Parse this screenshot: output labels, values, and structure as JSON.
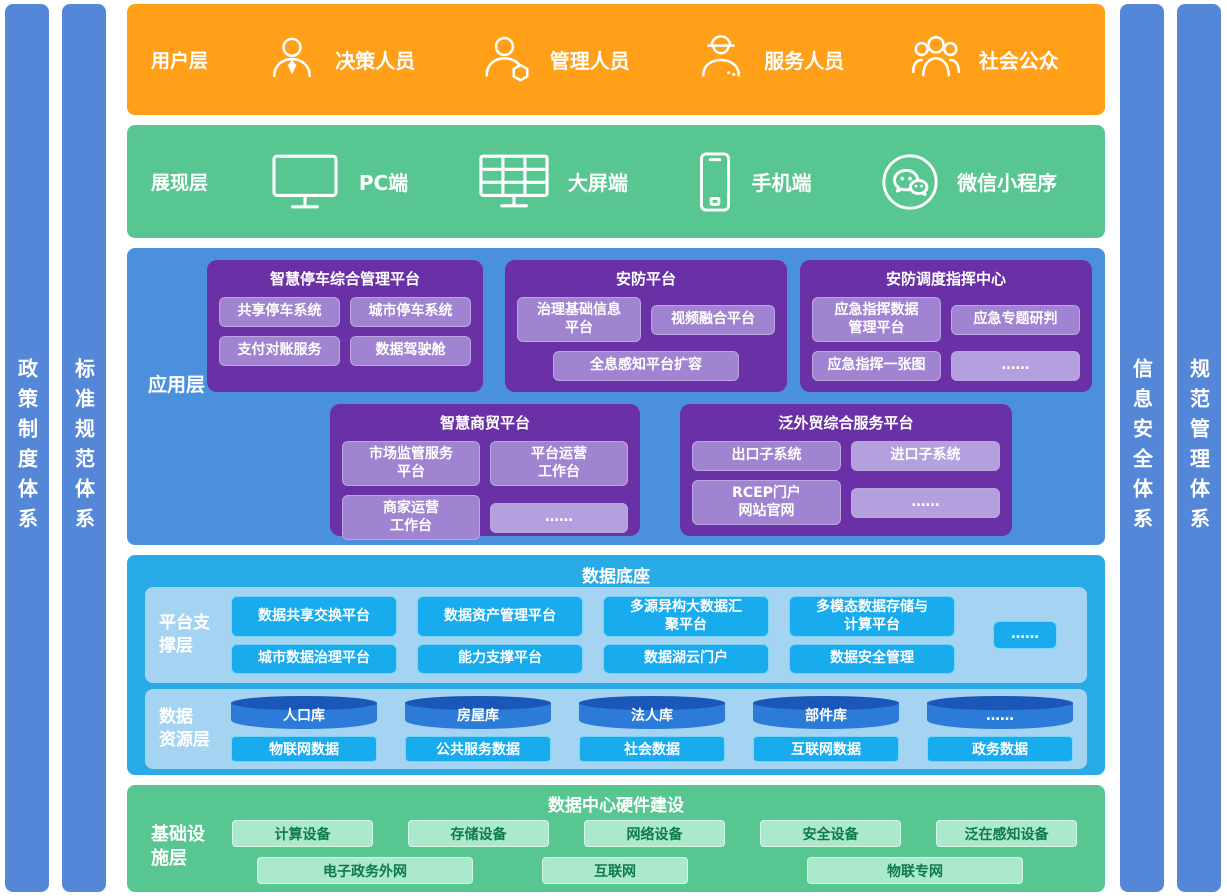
{
  "palette": {
    "bar_blue": "#5587D8",
    "user_orange": "#FFA018",
    "presentation_green": "#57C690",
    "application_blue": "#4A90DD",
    "platform_purple": "#6A31A6",
    "module_purple": "#A084D2",
    "module_purple_light": "#B4A0DE",
    "data_cyan": "#29ABE8",
    "data_section_blue": "#A5D4F3",
    "data_button_cyan": "#18ACEF",
    "database_blue": "#2C7BD8",
    "infra_green": "#57C690",
    "infra_item_green": "#ABE9CC"
  },
  "side_bars": {
    "left": [
      "政策制度体系",
      "标准规范体系"
    ],
    "right": [
      "信息安全体系",
      "规范管理体系"
    ]
  },
  "user_layer": {
    "label": "用户层",
    "items": [
      {
        "label": "决策人员",
        "icon": "person-tie-icon"
      },
      {
        "label": "管理人员",
        "icon": "person-hexagon-icon"
      },
      {
        "label": "服务人员",
        "icon": "person-service-icon"
      },
      {
        "label": "社会公众",
        "icon": "people-group-icon"
      }
    ]
  },
  "presentation_layer": {
    "label": "展现层",
    "items": [
      {
        "label": "PC端",
        "icon": "monitor-icon"
      },
      {
        "label": "大屏端",
        "icon": "grid-screen-icon"
      },
      {
        "label": "手机端",
        "icon": "phone-icon"
      },
      {
        "label": "微信小程序",
        "icon": "wechat-icon"
      }
    ]
  },
  "application_layer": {
    "label": "应用层",
    "platforms": [
      {
        "title": "智慧停车综合管理平台",
        "items": [
          "共享停车系统",
          "城市停车系统",
          "支付对账服务",
          "数据驾驶舱"
        ]
      },
      {
        "title": "安防平台",
        "items": [
          "治理基础信息\n平台",
          "视频融合平台",
          "全息感知平台扩容"
        ]
      },
      {
        "title": "安防调度指挥中心",
        "items": [
          "应急指挥数据\n管理平台",
          "应急专题研判",
          "应急指挥一张图",
          "……"
        ]
      },
      {
        "title": "智慧商贸平台",
        "items": [
          "市场监管服务\n平台",
          "平台运营\n工作台",
          "商家运营\n工作台",
          "……"
        ]
      },
      {
        "title": "泛外贸综合服务平台",
        "items": [
          "出口子系统",
          "进口子系统",
          "RCEP门户\n网站官网",
          "……"
        ]
      }
    ]
  },
  "data_base": {
    "title": "数据底座",
    "platform_support": {
      "label": "平台支\n撑层",
      "row1": [
        "数据共享交换平台",
        "数据资产管理平台",
        "多源异构大数据汇\n聚平台",
        "多模态数据存储与\n计算平台"
      ],
      "more": "……",
      "row2": [
        "城市数据治理平台",
        "能力支撑平台",
        "数据湖云门户",
        "数据安全管理"
      ]
    },
    "data_resource": {
      "label": "数据\n资源层",
      "databases": [
        "人口库",
        "房屋库",
        "法人库",
        "部件库",
        "……"
      ],
      "sources": [
        "物联网数据",
        "公共服务数据",
        "社会数据",
        "互联网数据",
        "政务数据"
      ]
    }
  },
  "infrastructure_layer": {
    "label": "基础设\n施层",
    "title": "数据中心硬件建设",
    "devices": [
      "计算设备",
      "存储设备",
      "网络设备",
      "安全设备",
      "泛在感知设备"
    ],
    "networks": [
      "电子政务外网",
      "互联网",
      "物联专网"
    ]
  }
}
